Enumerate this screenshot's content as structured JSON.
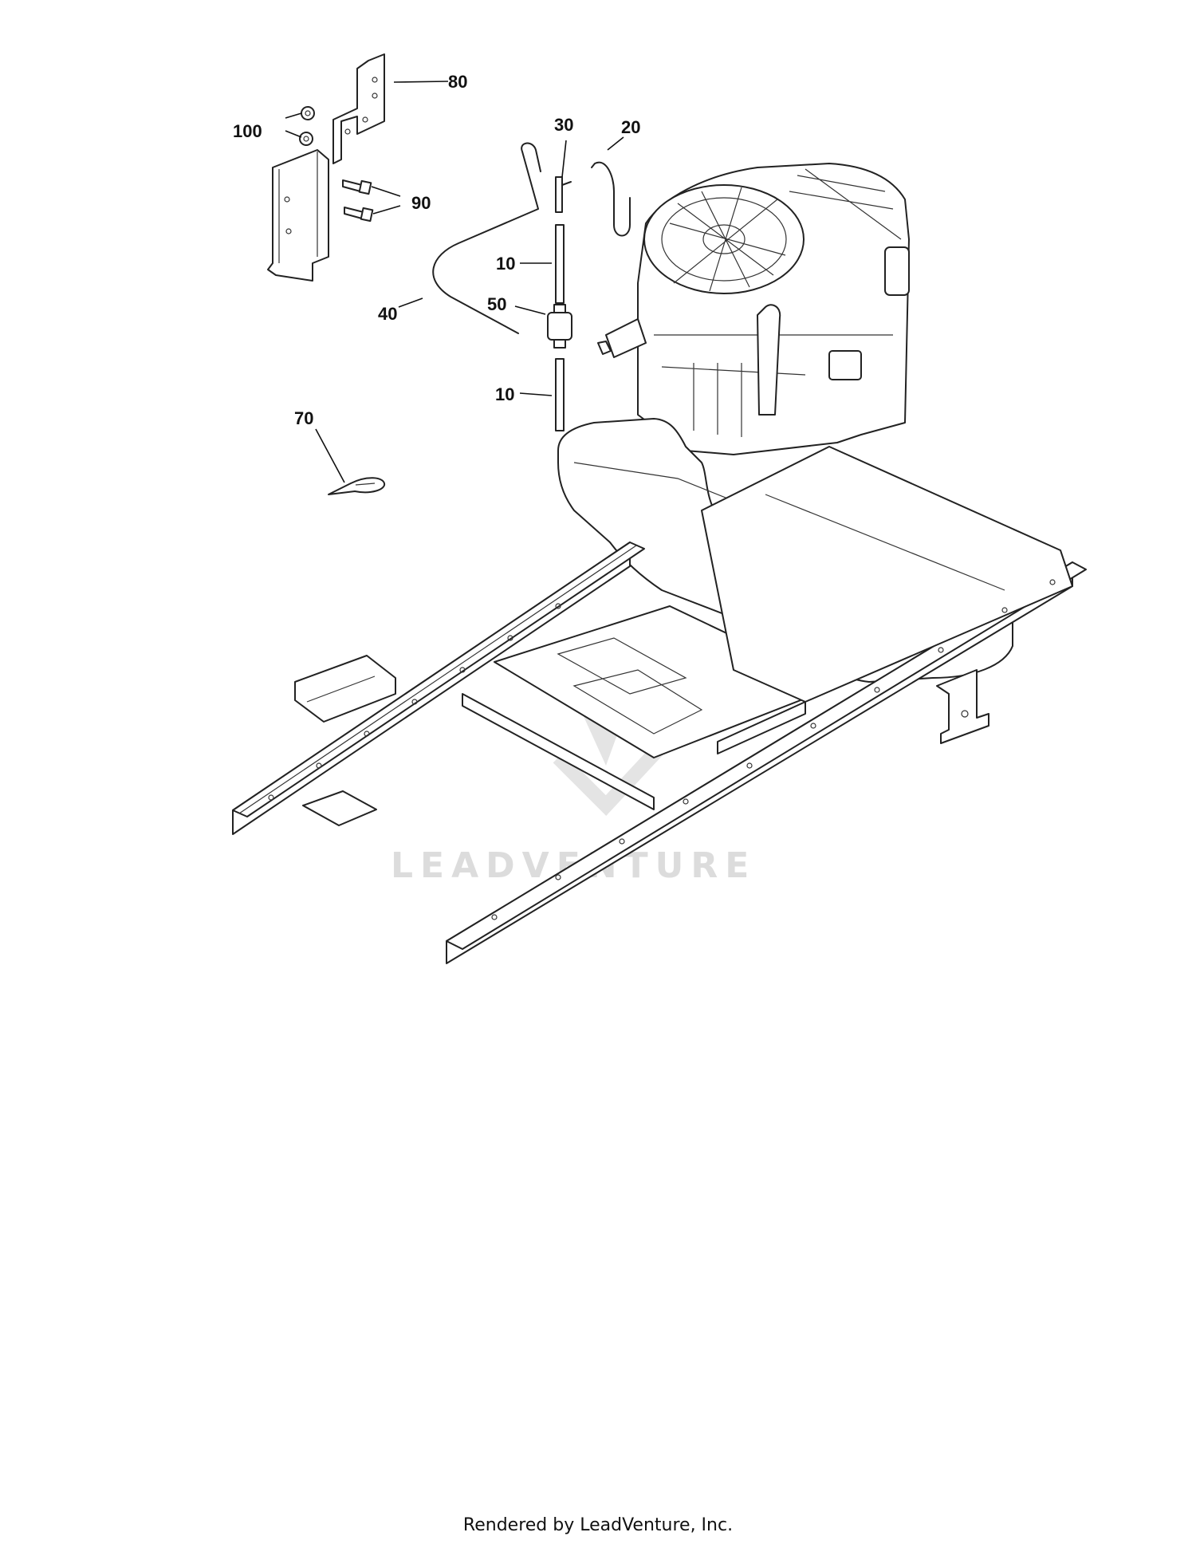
{
  "callouts": {
    "c80": "80",
    "c100": "100",
    "c90": "90",
    "c30": "30",
    "c20": "20",
    "c10a": "10",
    "c40": "40",
    "c50": "50",
    "c10b": "10",
    "c70": "70"
  },
  "watermark": "LEADVENTURE",
  "footer": "Rendered by LeadVenture, Inc.",
  "colors": {
    "line": "#111111",
    "watermark": "#d9d9d9"
  }
}
